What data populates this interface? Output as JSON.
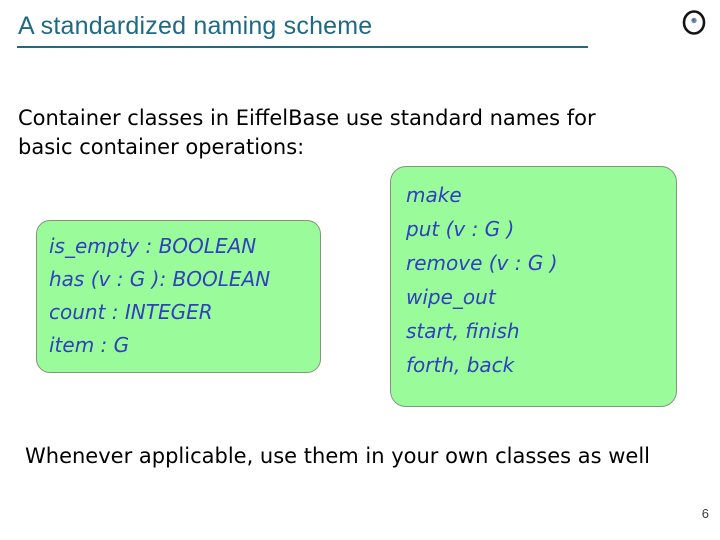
{
  "slide": {
    "title": "A standardized naming scheme",
    "intro_lines": [
      "Container classes in EiffelBase use standard names for",
      "basic container operations:"
    ],
    "left_box": {
      "lines": [
        "is_empty : BOOLEAN",
        "has (v : G ): BOOLEAN",
        "count : INTEGER",
        "item : G"
      ]
    },
    "right_box": {
      "lines": [
        "make",
        "put (v : G )",
        "remove (v : G )",
        "wipe_out",
        "start, finish",
        "forth, back"
      ]
    },
    "conclusion": "Whenever applicable, use them in your own classes as well",
    "page_number": "6"
  },
  "icons": {
    "logo": "circled-dot-logo"
  },
  "colors": {
    "title_teal": "#1d6a82",
    "box_green": "#99fb99",
    "code_blue": "#2f41bd",
    "box_border": "#85957a"
  }
}
